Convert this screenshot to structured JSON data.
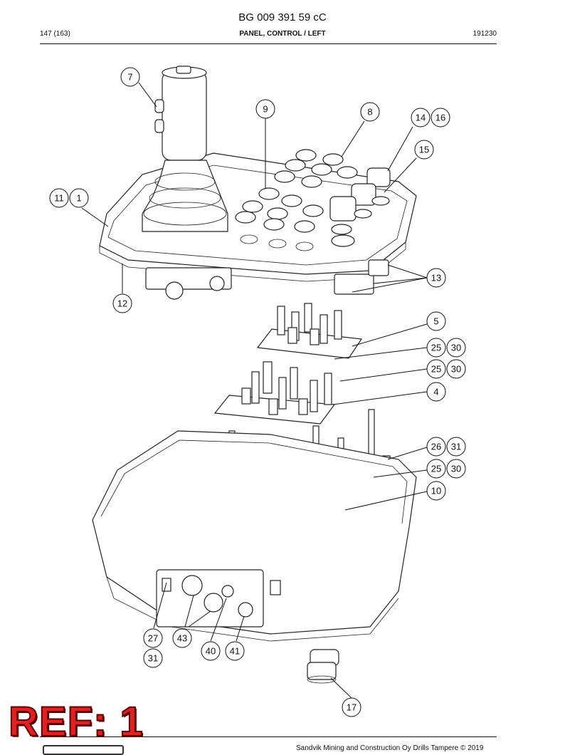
{
  "header": {
    "doc_number": "BG 009 391 59 cC",
    "page": "147 (163)",
    "title": "PANEL, CONTROL / LEFT",
    "code": "191230"
  },
  "callouts": [
    "7",
    "9",
    "8",
    "14",
    "16",
    "15",
    "11",
    "1",
    "13",
    "12",
    "5",
    "25",
    "30",
    "25",
    "30",
    "4",
    "26",
    "31",
    "25",
    "30",
    "10",
    "27",
    "31",
    "43",
    "40",
    "41",
    "17"
  ],
  "stamp": "REF: 1",
  "footer": "Sandvik Mining and Construction Oy Drills Tampere © 2019"
}
